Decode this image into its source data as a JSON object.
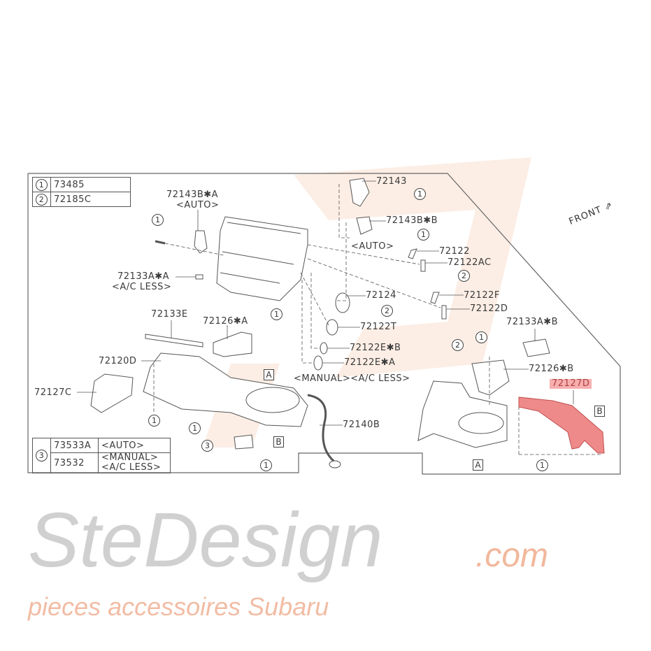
{
  "watermark": {
    "brand": "SteDesign",
    "domain": ".com",
    "tagline": "pieces accessoires Subaru"
  },
  "legend_fasteners": [
    {
      "ref": "1",
      "part": "73485"
    },
    {
      "ref": "2",
      "part": "72185C"
    }
  ],
  "legend_grommet": {
    "ref": "3",
    "rows": [
      {
        "part": "73533A",
        "note": "<AUTO>"
      },
      {
        "part": "73532",
        "note": "<MANUAL>",
        "note2": "<A/C LESS>"
      }
    ]
  },
  "front_label": "FRONT",
  "labels": {
    "p72143B_A": "72143B✱A",
    "auto1": "<AUTO>",
    "p72133A_A": "72133A✱A",
    "acless1": "<A/C LESS>",
    "p72133E": "72133E",
    "p72126_A": "72126✱A",
    "p72120D": "72120D",
    "p72127C": "72127C",
    "p72143": "72143",
    "p72143B_B": "72143B✱B",
    "auto2": "<AUTO>",
    "p72122": "72122",
    "p72122AC": "72122AC",
    "p72124": "72124",
    "p72122F": "72122F",
    "p72122D": "72122D",
    "p72122T": "72122T",
    "p72122E_B": "72122E✱B",
    "p72122E_A": "72122E✱A",
    "manual_acless": "<MANUAL><A/C LESS>",
    "p72140B": "72140B",
    "p72133A_B": "72133A✱B",
    "p72126_B": "72126✱B",
    "p72127D": "72127D"
  },
  "refs": {
    "one": "1",
    "two": "2",
    "three": "3",
    "A": "A",
    "B": "B"
  },
  "highlight_color": "#f07070"
}
